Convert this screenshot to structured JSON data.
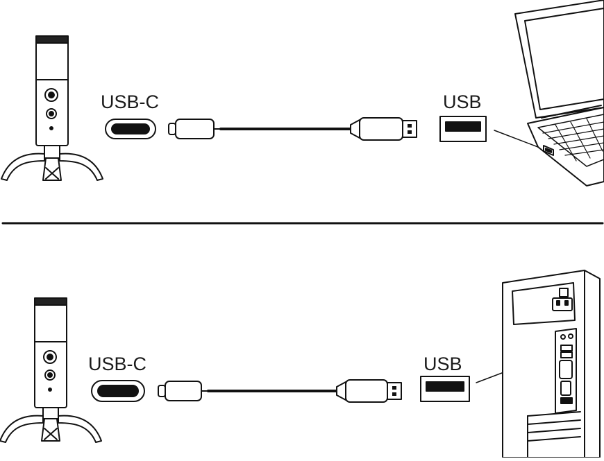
{
  "panels": [
    {
      "device": "laptop",
      "port_left": "USB-C",
      "port_right": "USB"
    },
    {
      "device": "desktop-tower",
      "port_left": "USB-C",
      "port_right": "USB"
    }
  ],
  "colors": {
    "ink": "#111111",
    "paper": "#ffffff"
  }
}
